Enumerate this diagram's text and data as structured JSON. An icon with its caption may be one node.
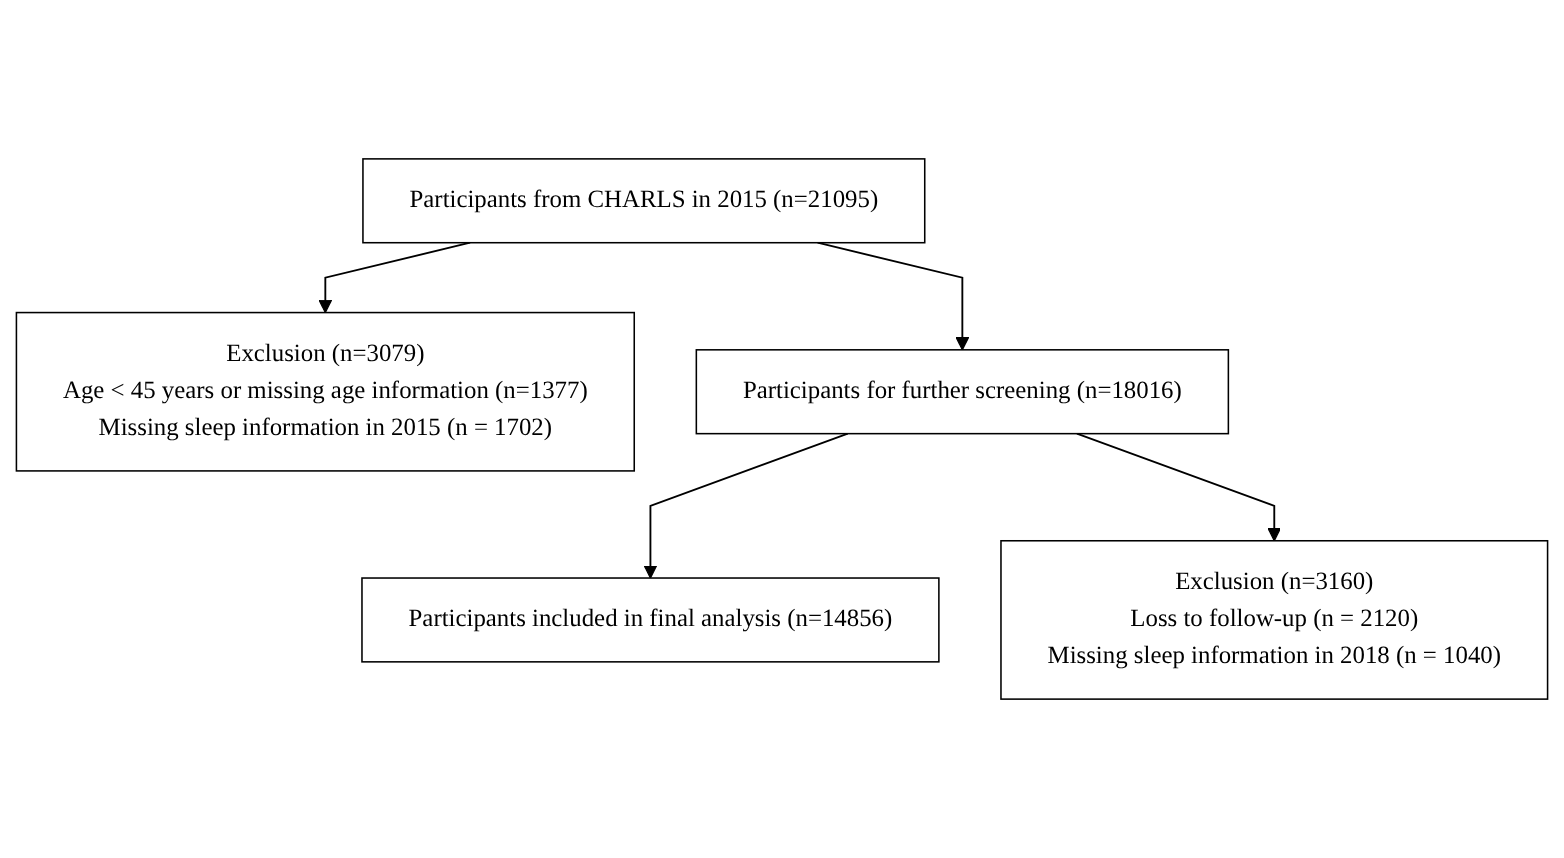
{
  "diagram": {
    "nodes": [
      {
        "text": [
          "Participants from CHARLS in 2015 (n=21095)"
        ]
      },
      {
        "text": [
          "Exclusion (n=3079)",
          "Age < 45 years or missing age information (n=1377)",
          "Missing sleep information in 2015 (n = 1702)"
        ]
      },
      {
        "text": [
          "Participants for further screening (n=18016)"
        ]
      },
      {
        "text": [
          "Exclusion (n=3160)",
          "Loss to follow-up (n = 2120)",
          "Missing sleep information in 2018 (n = 1040)"
        ]
      },
      {
        "text": [
          "Participants included in final analysis (n=14856)"
        ]
      }
    ],
    "edges": [
      {
        "from": 0,
        "to": 2,
        "arrow": "to"
      },
      {
        "from": 0,
        "to": 1,
        "arrow": "to"
      },
      {
        "from": 2,
        "to": 4,
        "arrow": "to"
      },
      {
        "from": 2,
        "to": 3,
        "arrow": "to"
      }
    ]
  }
}
